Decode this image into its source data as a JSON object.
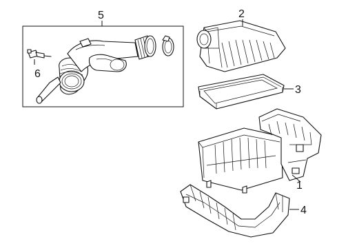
{
  "callouts": {
    "c1": "1",
    "c2": "2",
    "c3": "3",
    "c4": "4",
    "c5": "5",
    "c6": "6"
  },
  "parts": [
    {
      "ref": "1",
      "name": "air-cleaner-lower-housing"
    },
    {
      "ref": "2",
      "name": "air-cleaner-cover"
    },
    {
      "ref": "3",
      "name": "air-filter-element"
    },
    {
      "ref": "4",
      "name": "intake-duct"
    },
    {
      "ref": "5",
      "name": "outlet-hose-assembly-group"
    },
    {
      "ref": "6",
      "name": "sensor-connector"
    }
  ],
  "colors": {
    "line": "#111111",
    "background": "#ffffff"
  }
}
